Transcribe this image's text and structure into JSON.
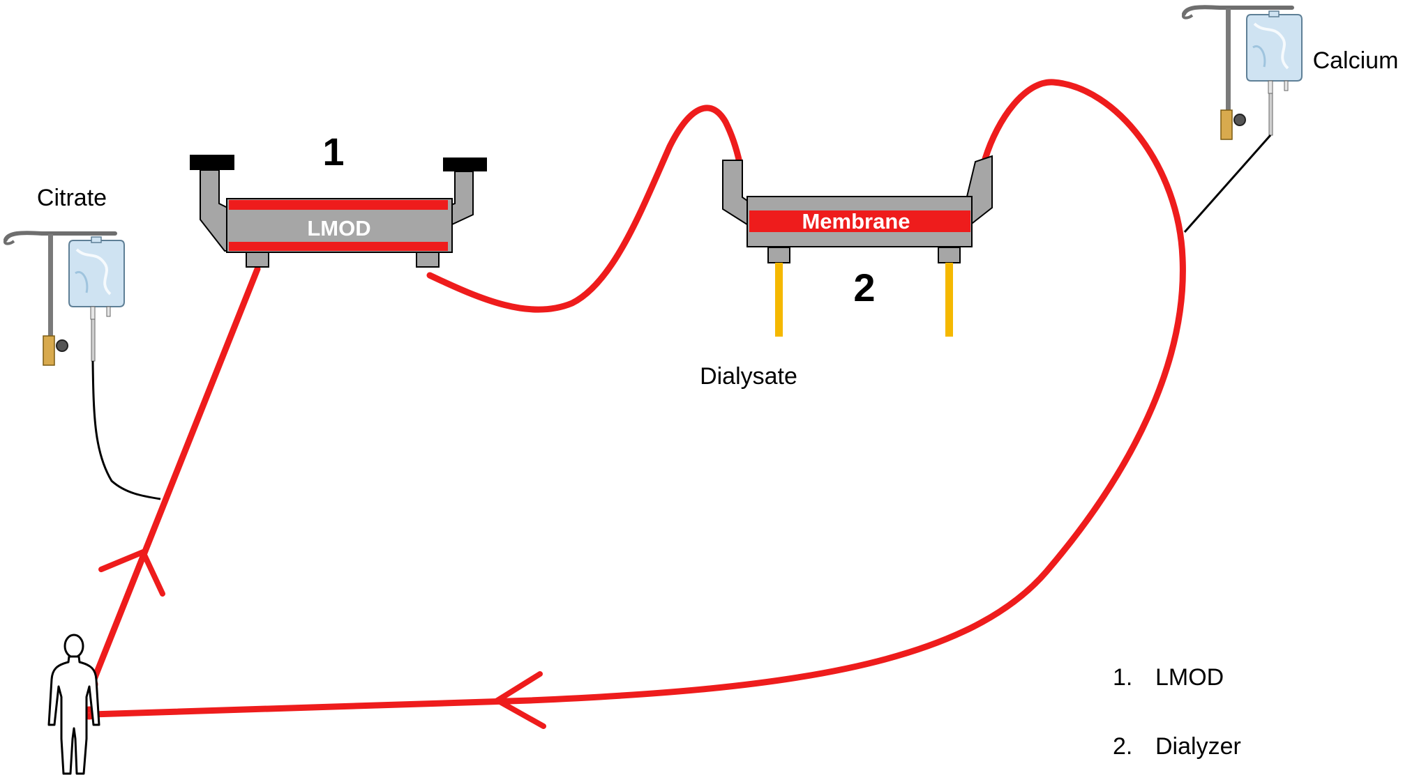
{
  "labels": {
    "citrate": "Citrate",
    "calcium": "Calcium",
    "dialysate": "Dialysate",
    "lmod_number": "1",
    "dialyzer_number": "2",
    "lmod_device": "LMOD",
    "membrane": "Membrane"
  },
  "legend": [
    {
      "num": "1.",
      "text": "LMOD"
    },
    {
      "num": "2.",
      "text": "Dialyzer"
    }
  ],
  "colors": {
    "blood_line": "#ee1c1c",
    "device_gray": "#a6a6a6",
    "device_cap": "#000000",
    "dialysate_tube": "#f5b800",
    "citrate_line": "#000000",
    "iv_bag": "#cfe3f2"
  },
  "icons": [
    "iv-bag-icon",
    "person-icon",
    "flow-arrow-icon"
  ]
}
